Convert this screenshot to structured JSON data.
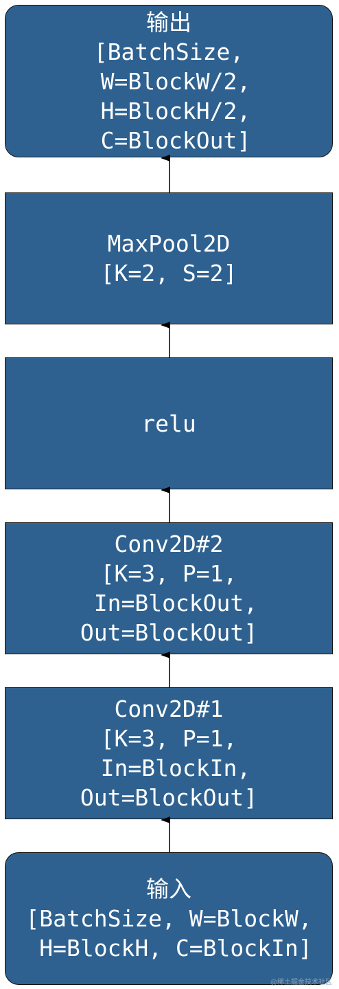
{
  "colors": {
    "box_fill": "#2e6190",
    "box_border": "#111111",
    "text": "#ffffff",
    "arrow": "#000000"
  },
  "nodes": {
    "output": {
      "lines": [
        "输出",
        "[BatchSize,",
        " W=BlockW/2,",
        " H=BlockH/2,",
        " C=BlockOut]"
      ]
    },
    "maxpool": {
      "lines": [
        "MaxPool2D",
        "[K=2, S=2]"
      ]
    },
    "relu": {
      "lines": [
        "relu"
      ]
    },
    "conv2": {
      "lines": [
        "Conv2D#2",
        "[K=3, P=1,",
        " In=BlockOut,",
        "Out=BlockOut]"
      ]
    },
    "conv1": {
      "lines": [
        "Conv2D#1",
        "[K=3, P=1,",
        " In=BlockIn,",
        "Out=BlockOut]"
      ]
    },
    "input": {
      "lines": [
        "输入",
        "[BatchSize, W=BlockW,",
        " H=BlockH, C=BlockIn]"
      ]
    }
  },
  "edges": [
    {
      "from": "input",
      "to": "conv1"
    },
    {
      "from": "conv1",
      "to": "conv2"
    },
    {
      "from": "conv2",
      "to": "relu"
    },
    {
      "from": "relu",
      "to": "maxpool"
    },
    {
      "from": "maxpool",
      "to": "output"
    }
  ],
  "watermark": "@稀土掘金技术社区"
}
